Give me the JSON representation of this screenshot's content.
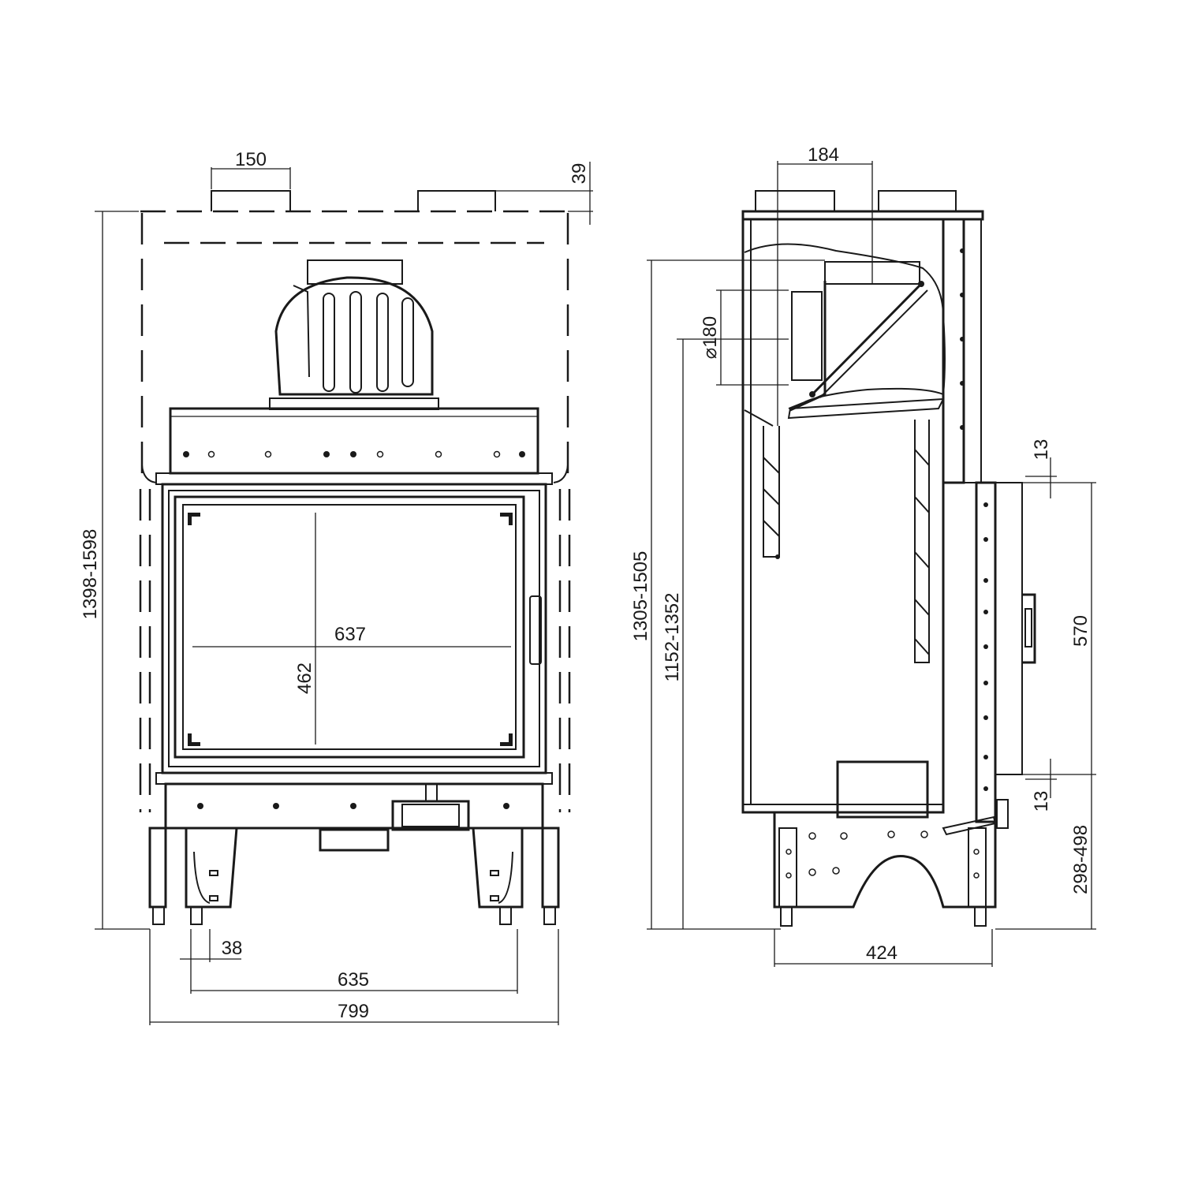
{
  "front_view": {
    "dim_flue_width": "150",
    "dim_flue_height": "39",
    "dim_total_height": "1398-1598",
    "dim_glass_width": "637",
    "dim_glass_height": "462",
    "dim_leg_width": "38",
    "dim_leg_spacing": "635",
    "dim_total_width": "799"
  },
  "side_view": {
    "dim_flue_offset": "184",
    "dim_flue_diameter": "⌀180",
    "dim_height_range": "1305-1505",
    "dim_flue_center_height": "1152-1352",
    "dim_gap_top": "13",
    "dim_door_height": "570",
    "dim_gap_bottom": "13",
    "dim_base_height": "298-498",
    "dim_total_depth": "424"
  }
}
